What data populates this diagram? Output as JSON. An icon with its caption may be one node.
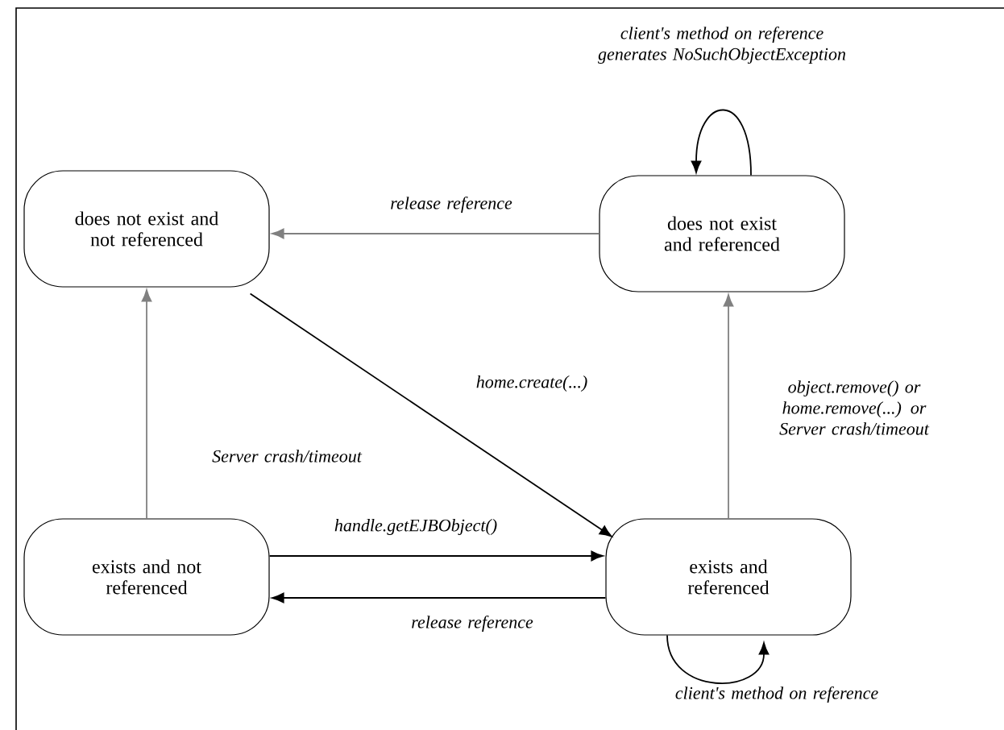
{
  "diagram": {
    "nodes": [
      {
        "text": [
          "does not exist and not referenced"
        ]
      },
      {
        "text": [
          "does not exist and referenced"
        ]
      },
      {
        "text": [
          "exists and not referenced"
        ]
      },
      {
        "text": [
          "exists and referenced"
        ]
      }
    ],
    "edges": [
      {
        "from": 1,
        "to": 0,
        "arrow": "to",
        "label": "release reference",
        "color": "#808080"
      },
      {
        "from": 0,
        "to": 3,
        "arrow": "to",
        "label": "home.create(...)"
      },
      {
        "from": 2,
        "to": 0,
        "arrow": "to",
        "label": "Server crash/timeout",
        "color": "#808080"
      },
      {
        "from": 3,
        "to": 1,
        "arrow": "to",
        "label": "object.remove() or home.remove(...) or Server crash/timeout",
        "color": "#808080"
      },
      {
        "from": 2,
        "to": 3,
        "arrow": "to",
        "label": "handle.getEJBObject()"
      },
      {
        "from": 3,
        "to": 2,
        "arrow": "to",
        "label": "release reference"
      },
      {
        "from": 1,
        "to": 1,
        "arrow": "to",
        "label": "client's method on reference generates NoSuchObjectException"
      },
      {
        "from": 3,
        "to": 3,
        "arrow": "to",
        "label": "client's method on reference"
      }
    ]
  }
}
